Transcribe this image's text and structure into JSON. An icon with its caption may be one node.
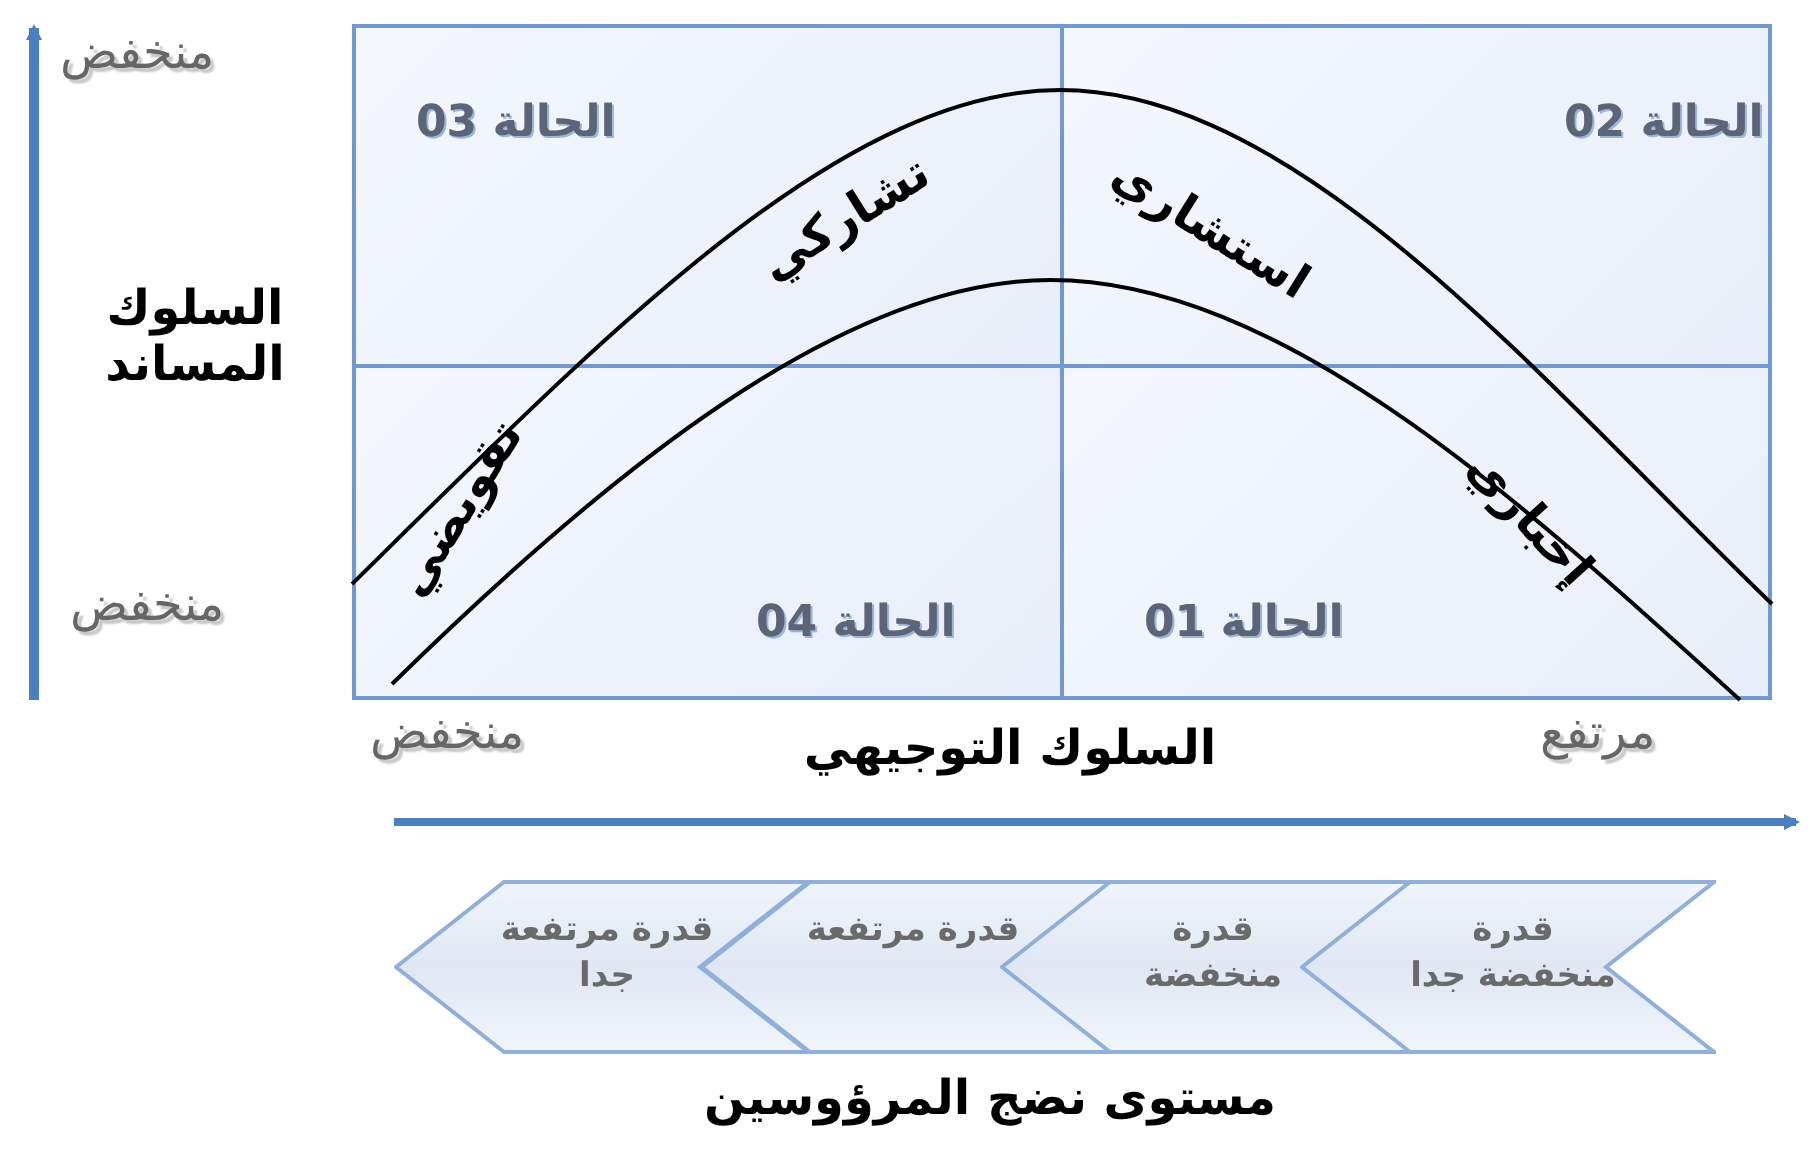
{
  "diagram": {
    "caption": "مستوى نضج المرؤوسين",
    "nodes": [
      {
        "text": [
          "الحالة 03"
        ]
      },
      {
        "text": [
          "الحالة 02"
        ]
      },
      {
        "text": [
          "الحالة 04"
        ]
      },
      {
        "text": [
          "الحالة 01"
        ]
      },
      {
        "text": [
          "قدرة مرتفعة جدا"
        ]
      },
      {
        "text": [
          "قدرة مرتفعة"
        ]
      },
      {
        "text": [
          "قدرة منخفضة"
        ]
      },
      {
        "text": [
          "قدرة منخفضة جدا"
        ]
      }
    ],
    "labels": [
      "منخفض",
      "السلوك المساند",
      "منخفض",
      "تقويضي",
      "تشاركي",
      "استشاري",
      "إخباري",
      "منخفض",
      "السلوك التوجيهي",
      "مرتفع"
    ]
  }
}
